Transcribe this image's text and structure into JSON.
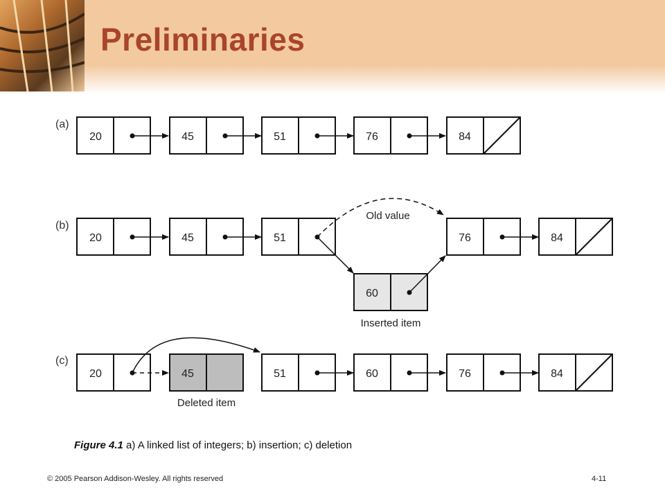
{
  "title": "Preliminaries",
  "diagram": {
    "parts": [
      {
        "label": "(a)",
        "nodes": [
          {
            "value": "20"
          },
          {
            "value": "45"
          },
          {
            "value": "51"
          },
          {
            "value": "76"
          },
          {
            "value": "84"
          }
        ]
      },
      {
        "label": "(b)",
        "nodes": [
          {
            "value": "20"
          },
          {
            "value": "45"
          },
          {
            "value": "51"
          },
          {
            "value": "76"
          },
          {
            "value": "84"
          }
        ],
        "inserted_node": {
          "value": "60"
        },
        "old_pointer_label": "Old value",
        "inserted_label": "Inserted item"
      },
      {
        "label": "(c)",
        "nodes": [
          {
            "value": "20"
          },
          {
            "value": "45"
          },
          {
            "value": "51"
          },
          {
            "value": "60"
          },
          {
            "value": "76"
          },
          {
            "value": "84"
          }
        ],
        "deleted_label": "Deleted item"
      }
    ]
  },
  "caption": {
    "figure_label": "Figure 4.1",
    "text": "a) A linked list of integers; b) insertion; c) deletion"
  },
  "footer": {
    "copyright": "© 2005 Pearson Addison-Wesley. All rights reserved",
    "page": "4-11"
  }
}
